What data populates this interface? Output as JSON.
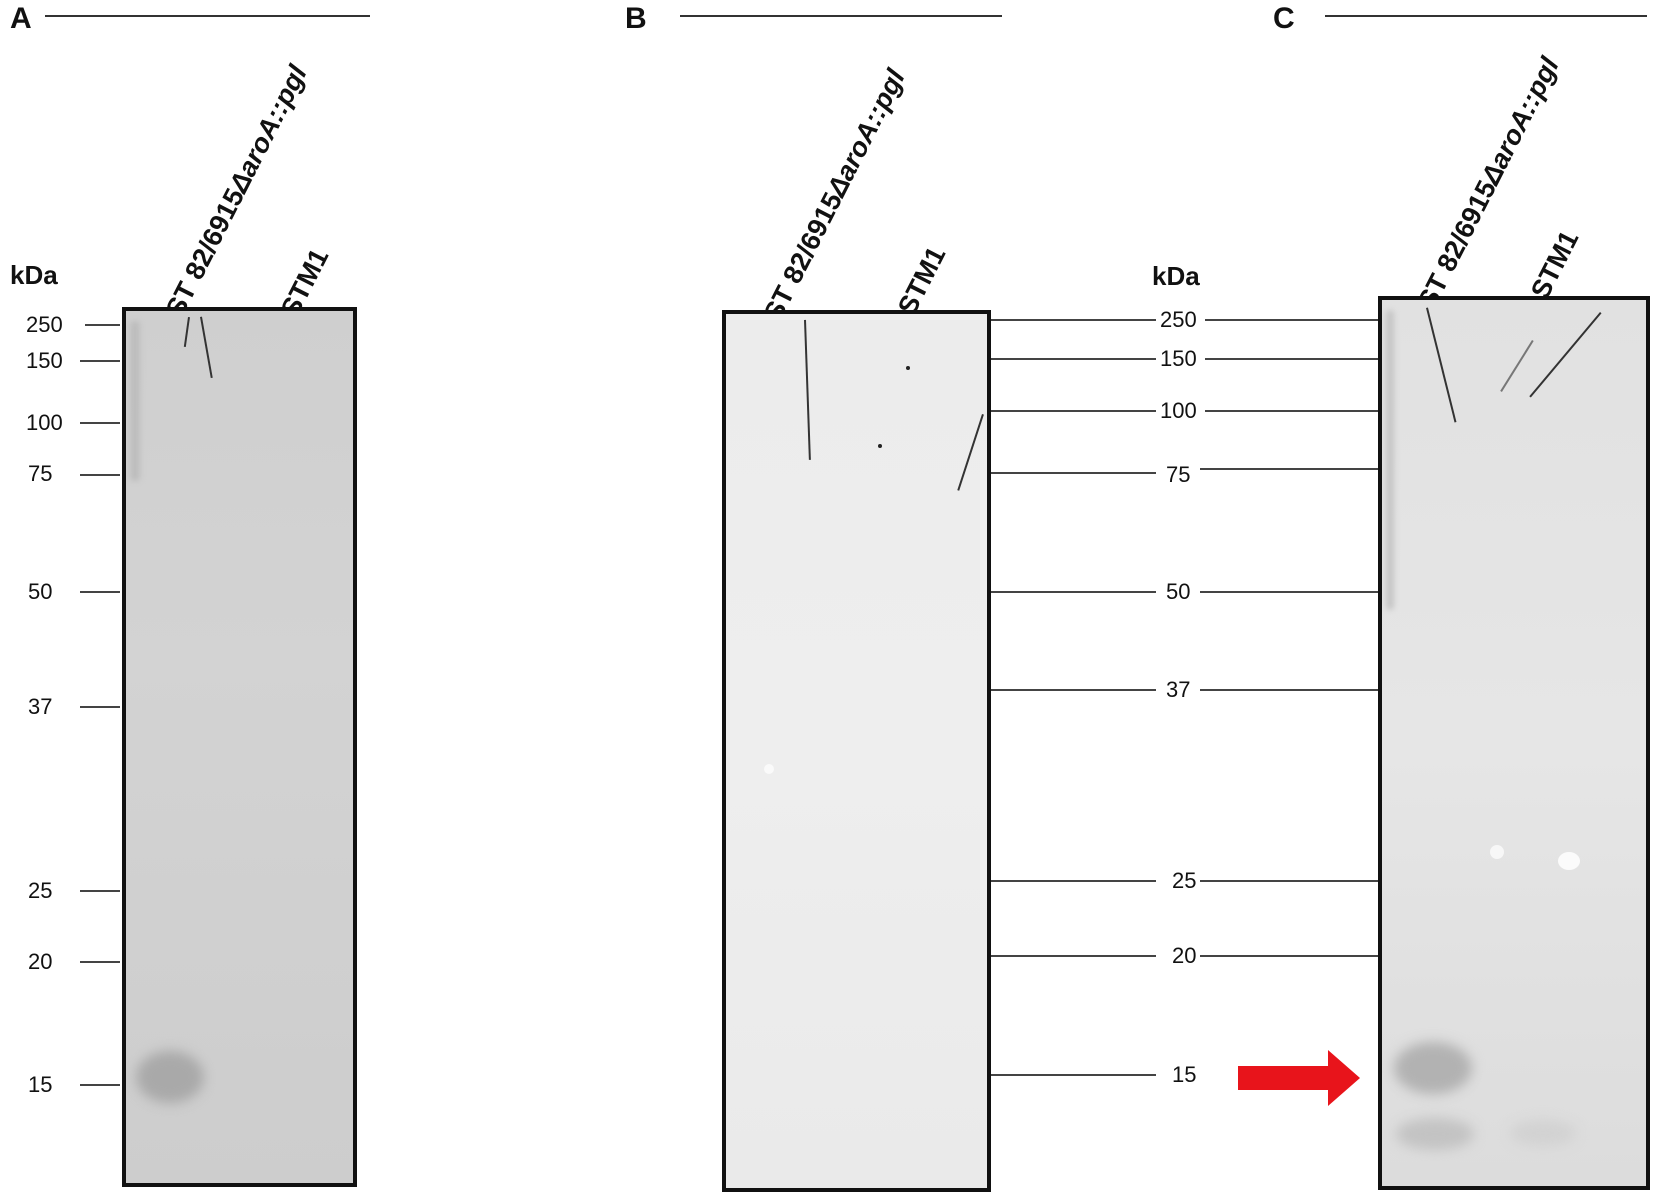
{
  "panels": [
    {
      "letter": "A",
      "lane1": "ST 82/6915",
      "lane1_italic": "ΔaroA::pgl",
      "lane2": "STM1"
    },
    {
      "letter": "B",
      "lane1": "ST 82/6915",
      "lane1_italic": "ΔaroA::pgl",
      "lane2": "STM1"
    },
    {
      "letter": "C",
      "lane1": "ST 82/6915",
      "lane1_italic": "ΔaroA::pgl",
      "lane2": "STM1"
    }
  ],
  "kda_label": "kDa",
  "markers": [
    "250",
    "150",
    "100",
    "75",
    "50",
    "37",
    "25",
    "20",
    "15"
  ],
  "arrow_color": "#e8141b"
}
